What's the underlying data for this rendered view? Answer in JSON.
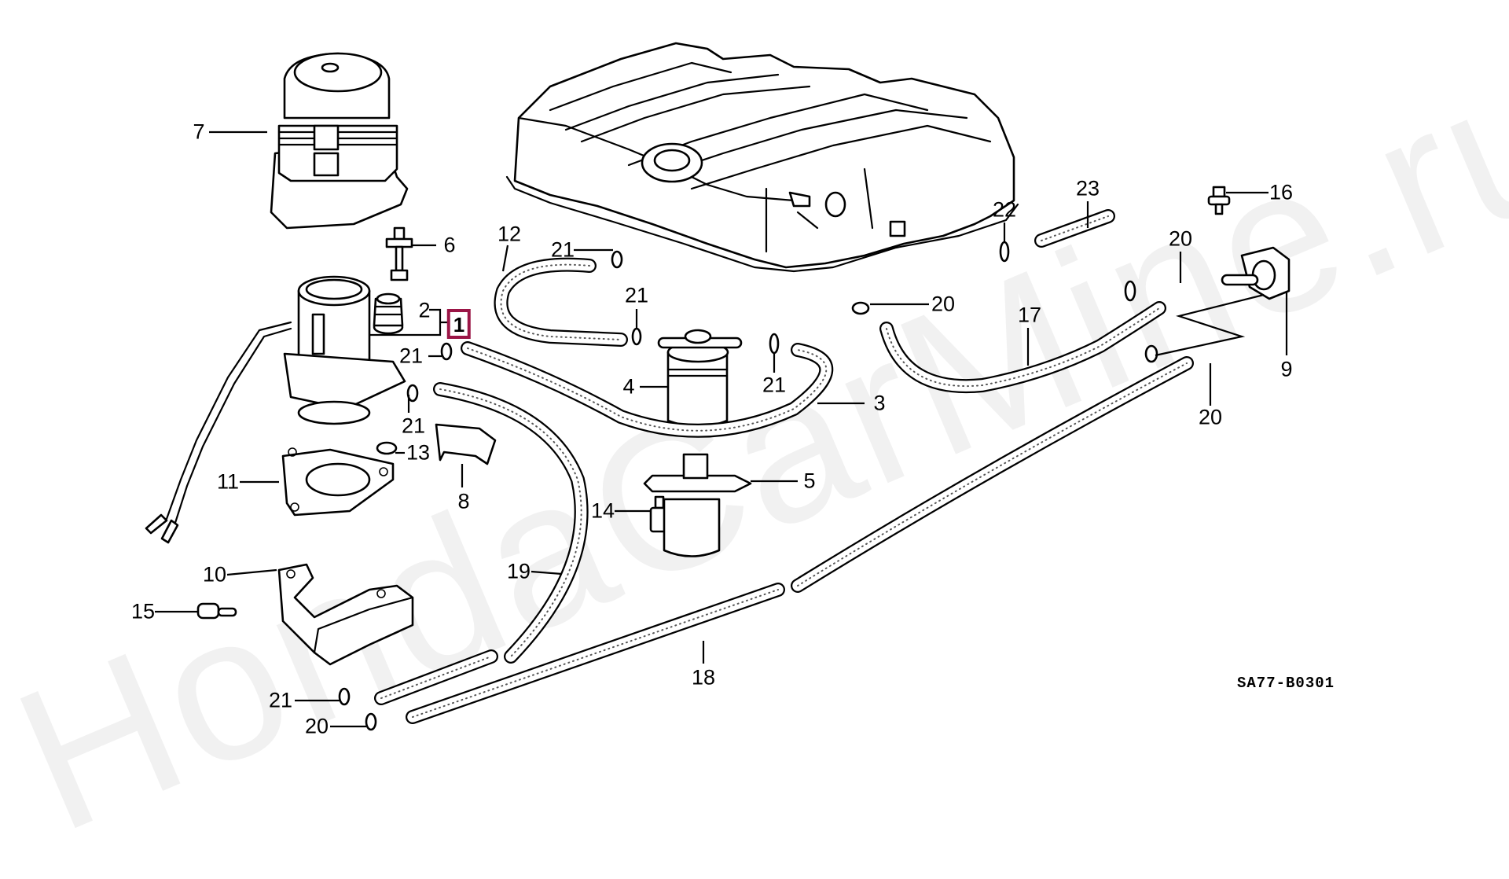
{
  "diagram": {
    "title": "Honda fuel pump / fuel tank parts diagram",
    "watermark": "HondaCarMine.ru",
    "diagram_code": "SA77-B0301",
    "highlight_color": "#9b1546",
    "highlighted_part": "1"
  },
  "callouts": [
    {
      "id": "c1",
      "label": "1",
      "part": "fuel-pump-assembly",
      "highlighted": true
    },
    {
      "id": "c2",
      "label": "2",
      "part": "pump-insulator"
    },
    {
      "id": "c3",
      "label": "3",
      "part": "fuel-hose"
    },
    {
      "id": "c4",
      "label": "4",
      "part": "fuel-filter"
    },
    {
      "id": "c5",
      "label": "5",
      "part": "filter-bracket"
    },
    {
      "id": "c6",
      "label": "6",
      "part": "stud-bolt"
    },
    {
      "id": "c7",
      "label": "7",
      "part": "fuel-pump-cover"
    },
    {
      "id": "c8",
      "label": "8",
      "part": "rubber-mount"
    },
    {
      "id": "c9",
      "label": "9",
      "part": "fuel-cock"
    },
    {
      "id": "c10",
      "label": "10",
      "part": "pump-bracket"
    },
    {
      "id": "c11",
      "label": "11",
      "part": "pump-gasket"
    },
    {
      "id": "c12",
      "label": "12",
      "part": "fuel-hose"
    },
    {
      "id": "c13",
      "label": "13",
      "part": "washer"
    },
    {
      "id": "c14",
      "label": "14",
      "part": "bolt"
    },
    {
      "id": "c15",
      "label": "15",
      "part": "bolt"
    },
    {
      "id": "c16",
      "label": "16",
      "part": "bolt"
    },
    {
      "id": "c17",
      "label": "17",
      "part": "fuel-hose"
    },
    {
      "id": "c18",
      "label": "18",
      "part": "fuel-hose"
    },
    {
      "id": "c19",
      "label": "19",
      "part": "fuel-hose"
    },
    {
      "id": "c20a",
      "label": "20",
      "part": "hose-clamp"
    },
    {
      "id": "c20b",
      "label": "20",
      "part": "hose-clamp"
    },
    {
      "id": "c20c",
      "label": "20",
      "part": "hose-clamp"
    },
    {
      "id": "c20d",
      "label": "20",
      "part": "hose-clamp"
    },
    {
      "id": "c21a",
      "label": "21",
      "part": "hose-clamp"
    },
    {
      "id": "c21b",
      "label": "21",
      "part": "hose-clamp"
    },
    {
      "id": "c21c",
      "label": "21",
      "part": "hose-clamp"
    },
    {
      "id": "c21d",
      "label": "21",
      "part": "hose-clamp"
    },
    {
      "id": "c21e",
      "label": "21",
      "part": "hose-clamp"
    },
    {
      "id": "c21f",
      "label": "21",
      "part": "hose-clamp"
    },
    {
      "id": "c22",
      "label": "22",
      "part": "hose-clip"
    },
    {
      "id": "c23",
      "label": "23",
      "part": "breather-tube"
    }
  ]
}
